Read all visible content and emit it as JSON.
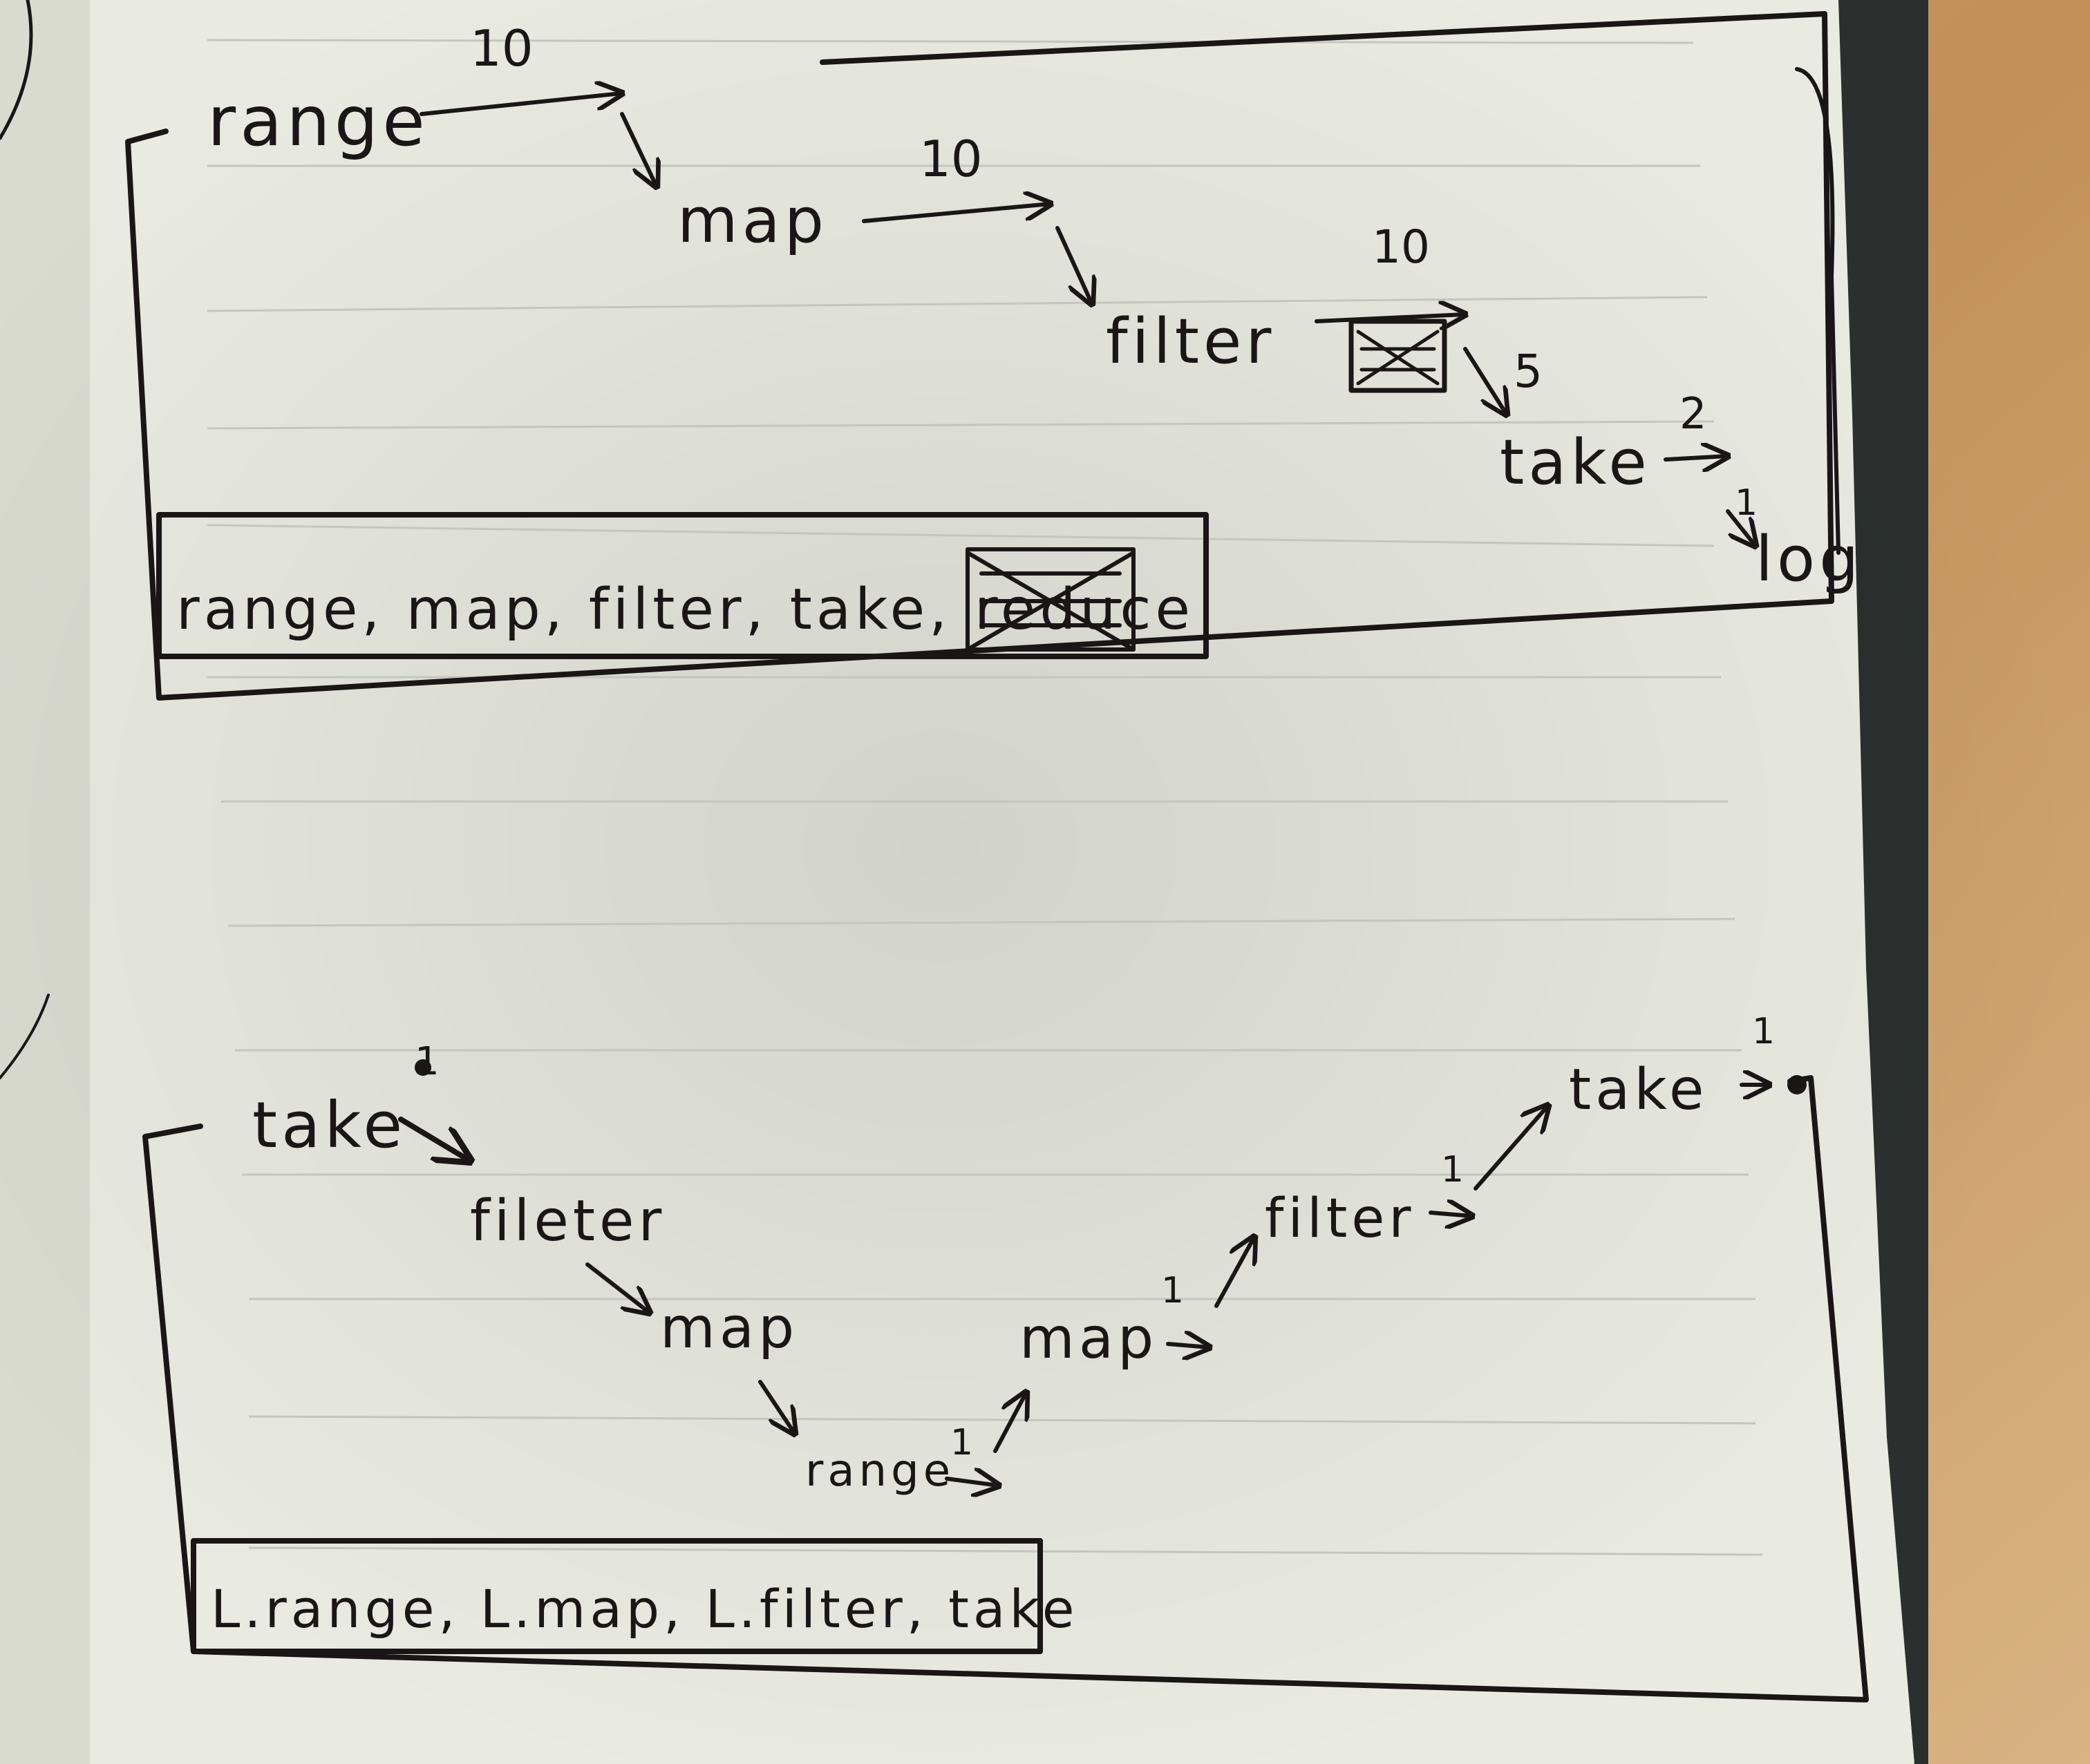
{
  "top_flow": {
    "steps": [
      "range",
      "map",
      "filter",
      "take",
      "log"
    ],
    "counts": [
      "10",
      "10",
      "10",
      "5",
      "2",
      "1"
    ],
    "summary_prefix": "range, map, filter, take,",
    "summary_crossed": "reduce"
  },
  "bottom_flow": {
    "down_steps": [
      "take",
      "fileter",
      "map",
      "range"
    ],
    "up_steps": [
      "map",
      "filter",
      "take"
    ],
    "counts": [
      "1",
      "1",
      "1",
      "1",
      "1"
    ],
    "summary": "L.range, L.map, L.filter, take"
  },
  "colors": {
    "ink": "#1a1616",
    "paper": "#e9ebe2",
    "rule": "#c3c6bf",
    "desk": "#c89a66"
  }
}
